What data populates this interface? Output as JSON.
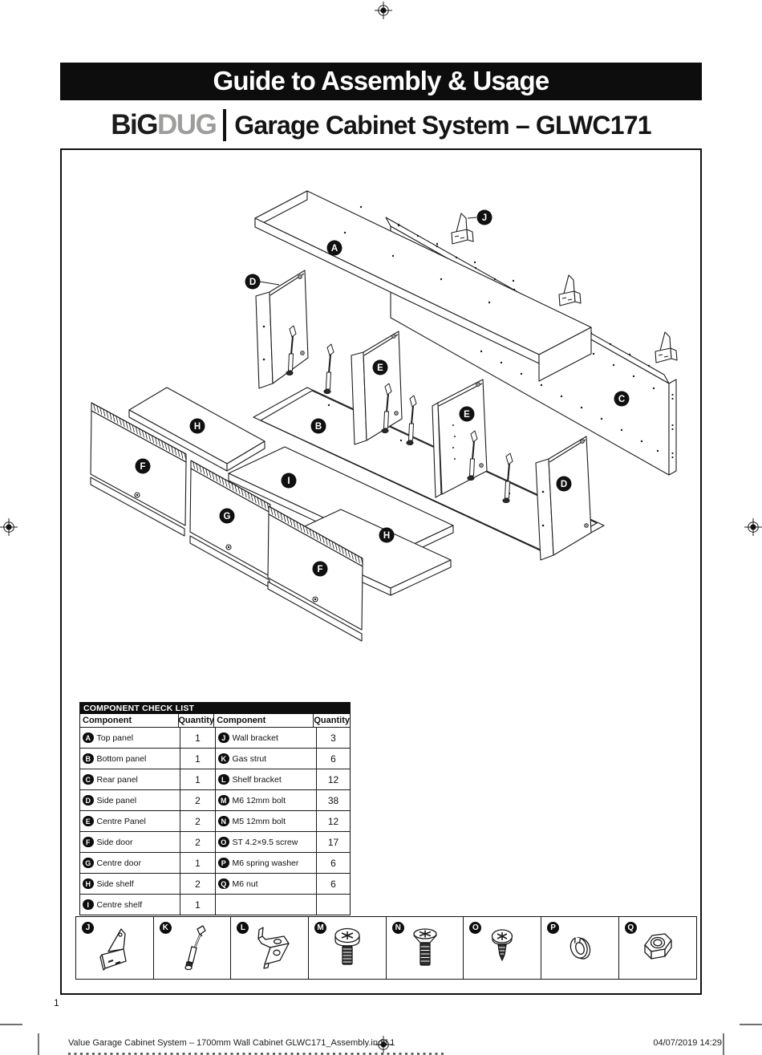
{
  "header": {
    "title": "Guide to Assembly & Usage"
  },
  "brand": {
    "logo_bold": "BiG",
    "logo_gray": "DUG",
    "product": "Garage Cabinet System – GLWC171"
  },
  "diagram": {
    "labels": {
      "a": "A",
      "b": "B",
      "c": "C",
      "d": "D",
      "e": "E",
      "f": "F",
      "g": "G",
      "h": "H",
      "i": "I",
      "j": "J"
    }
  },
  "checklist": {
    "title": "COMPONENT CHECK LIST",
    "headers": [
      "Component",
      "Quantity",
      "Component",
      "Quantity"
    ],
    "left": [
      {
        "letter": "A",
        "name": "Top panel",
        "qty": "1"
      },
      {
        "letter": "B",
        "name": "Bottom panel",
        "qty": "1"
      },
      {
        "letter": "C",
        "name": "Rear panel",
        "qty": "1"
      },
      {
        "letter": "D",
        "name": "Side panel",
        "qty": "2"
      },
      {
        "letter": "E",
        "name": "Centre Panel",
        "qty": "2"
      },
      {
        "letter": "F",
        "name": "Side door",
        "qty": "2"
      },
      {
        "letter": "G",
        "name": "Centre door",
        "qty": "1"
      },
      {
        "letter": "H",
        "name": "Side shelf",
        "qty": "2"
      },
      {
        "letter": "I",
        "name": "Centre shelf",
        "qty": "1"
      }
    ],
    "right": [
      {
        "letter": "J",
        "name": "Wall bracket",
        "qty": "3"
      },
      {
        "letter": "K",
        "name": "Gas strut",
        "qty": "6"
      },
      {
        "letter": "L",
        "name": "Shelf bracket",
        "qty": "12"
      },
      {
        "letter": "M",
        "name": "M6 12mm bolt",
        "qty": "38"
      },
      {
        "letter": "N",
        "name": "M5 12mm bolt",
        "qty": "12"
      },
      {
        "letter": "O",
        "name": "ST 4.2×9.5 screw",
        "qty": "17"
      },
      {
        "letter": "P",
        "name": "M6 spring washer",
        "qty": "6"
      },
      {
        "letter": "Q",
        "name": "M6 nut",
        "qty": "6"
      },
      {
        "letter": "",
        "name": "",
        "qty": ""
      }
    ]
  },
  "hardware": {
    "items": [
      {
        "letter": "J",
        "icon": "wall-bracket-icon"
      },
      {
        "letter": "K",
        "icon": "gas-strut-icon"
      },
      {
        "letter": "L",
        "icon": "shelf-bracket-icon"
      },
      {
        "letter": "M",
        "icon": "m6-bolt-icon"
      },
      {
        "letter": "N",
        "icon": "m5-bolt-icon"
      },
      {
        "letter": "O",
        "icon": "screw-icon"
      },
      {
        "letter": "P",
        "icon": "spring-washer-icon"
      },
      {
        "letter": "Q",
        "icon": "nut-icon"
      }
    ]
  },
  "footer": {
    "left": "Value Garage Cabinet System  –  1700mm Wall Cabinet GLWC171_Assembly.indd   1",
    "right": "04/07/2019   14:29",
    "page": "1"
  }
}
